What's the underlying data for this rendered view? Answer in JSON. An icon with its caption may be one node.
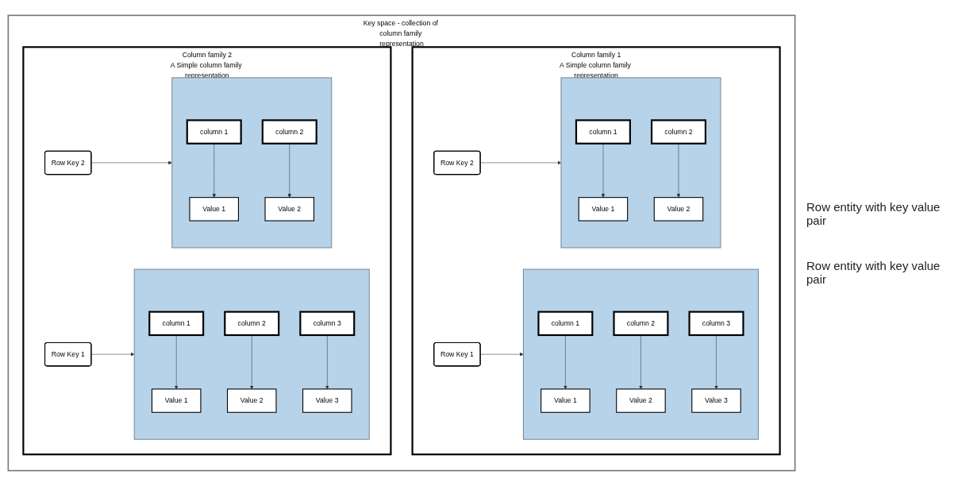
{
  "diagram": {
    "nodes": [
      {
        "text": [
          "Key space - collection of column family representation"
        ]
      },
      {
        "text": [
          "Column family 1",
          "A Simple column family representation"
        ],
        "in": 0
      },
      {
        "text": [
          "Row Key 1"
        ],
        "in": 1
      },
      {
        "text": [],
        "shape": "box",
        "in": 1
      },
      {
        "text": [
          "column 1"
        ],
        "in": 3
      },
      {
        "text": [
          "column 2"
        ],
        "in": 3
      },
      {
        "text": [
          "column 3"
        ],
        "in": 3
      },
      {
        "text": [
          "Value 1"
        ],
        "in": 3
      },
      {
        "text": [
          "Value 2"
        ],
        "in": 3
      },
      {
        "text": [
          "Value 3"
        ],
        "in": 3
      },
      {
        "text": [
          "Row Key 2"
        ],
        "in": 1
      },
      {
        "text": [],
        "shape": "box",
        "in": 1
      },
      {
        "text": [
          "column 1"
        ],
        "in": 11
      },
      {
        "text": [
          "column 2"
        ],
        "in": 11
      },
      {
        "text": [
          "Value 1"
        ],
        "in": 11
      },
      {
        "text": [
          "Value 2"
        ],
        "in": 11
      },
      {
        "text": [
          "Column family 2",
          "A Simple column family representation"
        ],
        "in": 0
      },
      {
        "text": [
          "Row Key 1"
        ],
        "in": 16
      },
      {
        "text": [],
        "shape": "box",
        "in": 16
      },
      {
        "text": [
          "column 1"
        ],
        "in": 18
      },
      {
        "text": [
          "column 2"
        ],
        "in": 18
      },
      {
        "text": [
          "column 3"
        ],
        "in": 18
      },
      {
        "text": [
          "Value 1"
        ],
        "in": 18
      },
      {
        "text": [
          "Value 2"
        ],
        "in": 18
      },
      {
        "text": [
          "Value 3"
        ],
        "in": 18
      },
      {
        "text": [
          "Row Key 2"
        ],
        "in": 16
      },
      {
        "text": [],
        "shape": "box",
        "in": 16
      },
      {
        "text": [
          "column 1"
        ],
        "in": 26
      },
      {
        "text": [
          "column 2"
        ],
        "in": 26
      },
      {
        "text": [
          "Value 1"
        ],
        "in": 26
      },
      {
        "text": [
          "Value 2"
        ],
        "in": 26
      }
    ],
    "edges": [
      {
        "from": 2,
        "to": 3,
        "arrow": "to"
      },
      {
        "from": 4,
        "to": 7,
        "arrow": "to"
      },
      {
        "from": 5,
        "to": 8,
        "arrow": "to"
      },
      {
        "from": 6,
        "to": 9,
        "arrow": "to"
      },
      {
        "from": 10,
        "to": 11,
        "arrow": "to"
      },
      {
        "from": 12,
        "to": 14,
        "arrow": "to"
      },
      {
        "from": 13,
        "to": 15,
        "arrow": "to"
      },
      {
        "from": 17,
        "to": 18,
        "arrow": "to"
      },
      {
        "from": 19,
        "to": 22,
        "arrow": "to"
      },
      {
        "from": 20,
        "to": 23,
        "arrow": "to"
      },
      {
        "from": 21,
        "to": 24,
        "arrow": "to"
      },
      {
        "from": 25,
        "to": 26,
        "arrow": "to"
      },
      {
        "from": 27,
        "to": 29,
        "arrow": "to"
      },
      {
        "from": 28,
        "to": 30,
        "arrow": "to"
      }
    ],
    "labels": [
      "Row entity with key value pair",
      "Row entity with key value pair"
    ]
  }
}
